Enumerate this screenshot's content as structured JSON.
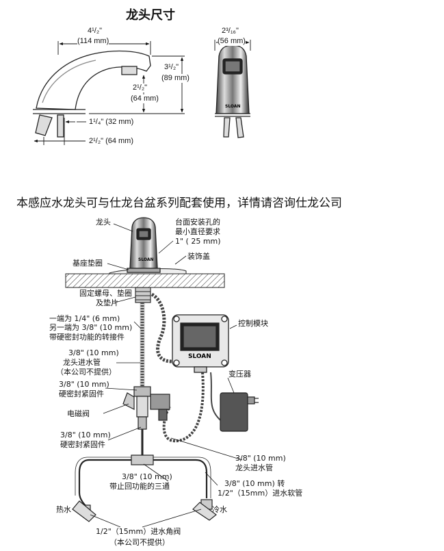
{
  "title": "龙头尺寸",
  "caption": "本感应水龙头可与仕龙台盆系列配套使用，详情请咨询仕龙公司",
  "brand_logo_text": "SLOAN",
  "dimensions": {
    "width_in": "4¹/₂\"",
    "width_mm": "(114 mm)",
    "height_in": "3¹/₂\"",
    "height_mm": "(89 mm)",
    "spout_in": "2¹/₂\"",
    "spout_mm": "(64 mm)",
    "shank1": "1¹/₄\" (32 mm)",
    "shank2": "2¹/₂\" (64 mm)",
    "depth_in": "2³/₁₆\"",
    "depth_mm": "(56 mm)"
  },
  "labels": {
    "faucet": "龙头",
    "hole_1": "台面安装孔的",
    "hole_2": "最小直径要求",
    "hole_3": "1\" ( 25 mm)",
    "base_gasket": "基座垫圈",
    "cover": "装饰盖",
    "nut_1": "固定螺母、垫圈",
    "nut_2": "及垫片",
    "adapter_1": "一端为 1/4\" (6 mm)",
    "adapter_2": "另一端为 3/8\" (10 mm)",
    "adapter_3": "带硬密封功能的转接件",
    "control_module": "控制模块",
    "supply_1": "3/8\" (10 mm)",
    "supply_2": "龙头进水管",
    "supply_3": "（本公司不提供）",
    "fitting1_1": "3/8\" (10 mm)",
    "fitting1_2": "硬密封紧固件",
    "transformer": "变压器",
    "solenoid": "电磁阀",
    "fitting2_1": "3/8\" (10 mm)",
    "fitting2_2": "硬密封紧固件",
    "hose_1": "3/8\" (10 mm)",
    "hose_2": "龙头进水管",
    "tee_1": "3/8\" (10 mm)",
    "tee_2": "带止回功能的三通",
    "conv_1": "3/8\" (10 mm) 转",
    "conv_2": "1/2\"（15mm）进水软管",
    "hot": "热水",
    "cold": "冷水",
    "stop_1": "1/2\"（15mm）进水角阀",
    "stop_2": "（本公司不提供）"
  }
}
